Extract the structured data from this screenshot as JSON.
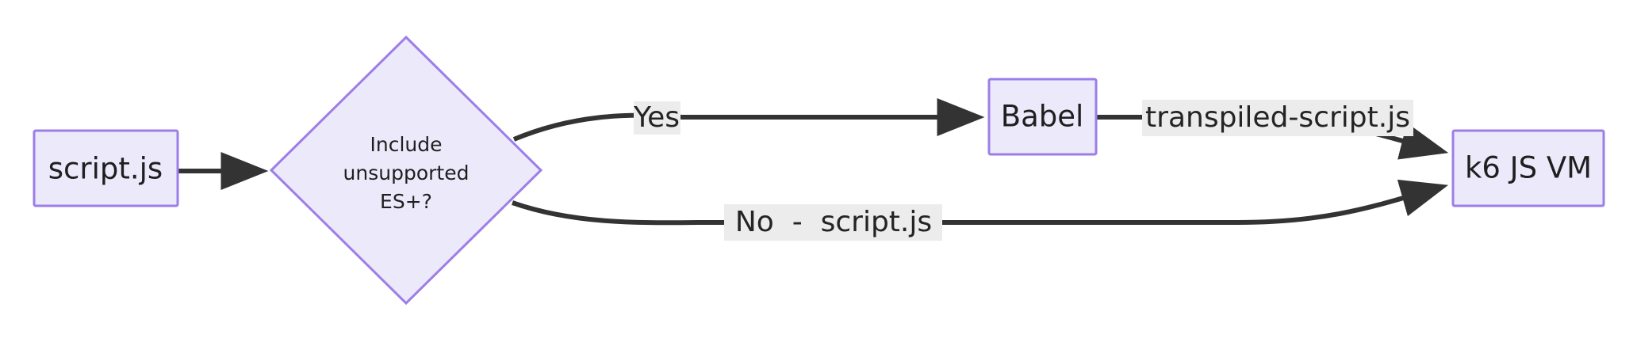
{
  "diagram": {
    "type": "flowchart",
    "direction": "left-to-right",
    "theme": {
      "node_fill": "#ece9fb",
      "node_stroke": "#9c7ee8",
      "edge_color": "#333333",
      "label_background": "#ececec",
      "text_color": "#1f1f1f",
      "canvas_background": "#ffffff"
    },
    "nodes": [
      {
        "id": "script",
        "shape": "rect",
        "label": "script.js"
      },
      {
        "id": "decision",
        "shape": "diamond",
        "label_line1": "Include",
        "label_line2": "unsupported",
        "label_line3": "ES+?"
      },
      {
        "id": "babel",
        "shape": "rect",
        "label": "Babel"
      },
      {
        "id": "vm",
        "shape": "rect",
        "label": "k6 JS VM"
      }
    ],
    "edges": [
      {
        "id": "script-to-decision",
        "from": "script",
        "to": "decision",
        "label": "",
        "arrow": "end"
      },
      {
        "id": "decision-to-babel",
        "from": "decision",
        "to": "babel",
        "label": "Yes",
        "arrow": "end"
      },
      {
        "id": "babel-to-vm",
        "from": "babel",
        "to": "vm",
        "label": "transpiled-script.js",
        "arrow": "end"
      },
      {
        "id": "decision-to-vm",
        "from": "decision",
        "to": "vm",
        "label": "No  -  script.js",
        "arrow": "end"
      }
    ]
  }
}
